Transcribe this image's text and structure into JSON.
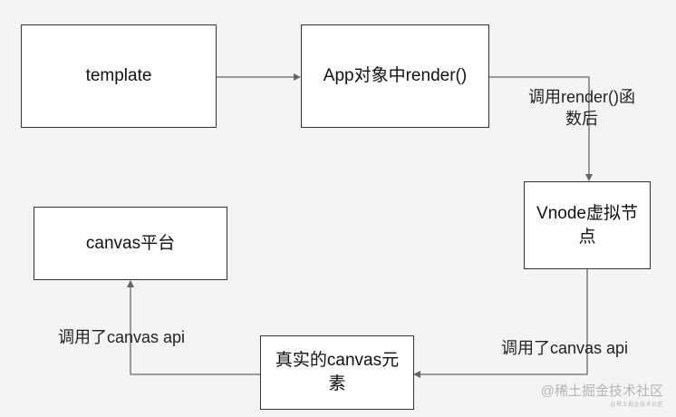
{
  "diagram": {
    "nodes": {
      "template": "template",
      "app_render": "App对象中render()",
      "vnode_line1": "Vnode虚拟节",
      "vnode_line2": "点",
      "real_canvas_line1": "真实的canvas元",
      "real_canvas_line2": "素",
      "canvas_platform": "canvas平台"
    },
    "edge_labels": {
      "after_render_line1": "调用render()函",
      "after_render_line2": "数后",
      "call_canvas_api_right": "调用了canvas api",
      "call_canvas_api_left": "调用了canvas api"
    },
    "colors": {
      "background": "#f4f4f4",
      "node_fill": "#ffffff",
      "node_border": "#333333",
      "edge": "#666666"
    }
  },
  "watermark": {
    "main": "@稀土掘金技术社区",
    "sub": "@稀土掘金技术社区"
  }
}
